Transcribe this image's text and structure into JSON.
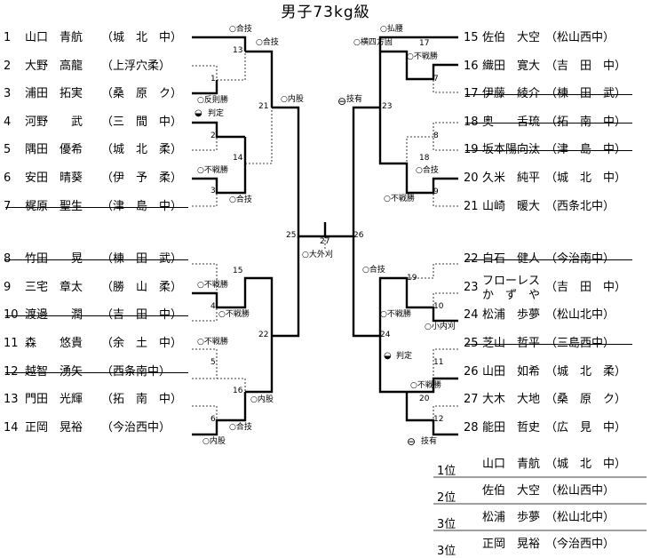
{
  "title": "男子73kg級",
  "left_entries": [
    {
      "num": "1",
      "name": "山口　青航",
      "team": "（城　北　中）",
      "struck": false
    },
    {
      "num": "2",
      "name": "大野　高龍",
      "team": "（上浮穴柔）",
      "struck": false
    },
    {
      "num": "3",
      "name": "浦田　拓実",
      "team": "（桑　原　ク）",
      "struck": false
    },
    {
      "num": "4",
      "name": "河野　　武",
      "team": "（三　間　中）",
      "struck": false
    },
    {
      "num": "5",
      "name": "隅田　優希",
      "team": "（城　北　柔）",
      "struck": false
    },
    {
      "num": "6",
      "name": "安田　晴葵",
      "team": "（伊　予　柔）",
      "struck": false
    },
    {
      "num": "7",
      "name": "梶原　聖生",
      "team": "（津　島　中）",
      "struck": true
    },
    {
      "num": "8",
      "name": "竹田　　晃",
      "team": "（棟　田　武）",
      "struck": true
    },
    {
      "num": "9",
      "name": "三宅　章太",
      "team": "（勝　山　柔）",
      "struck": false
    },
    {
      "num": "10",
      "name": "渡邊　　潤",
      "team": "（吉　田　中）",
      "struck": true
    },
    {
      "num": "11",
      "name": "森　　悠貴",
      "team": "（余　土　中）",
      "struck": false
    },
    {
      "num": "12",
      "name": "越智　湧矢",
      "team": "（西条南中）",
      "struck": true
    },
    {
      "num": "13",
      "name": "門田　光輝",
      "team": "（拓　南　中）",
      "struck": false
    },
    {
      "num": "14",
      "name": "正岡　晃裕",
      "team": "（今治西中）",
      "struck": false
    }
  ],
  "right_entries": [
    {
      "num": "15",
      "name": "佐伯　大空",
      "team": "（松山西中）",
      "struck": false
    },
    {
      "num": "16",
      "name": "織田　寛大",
      "team": "（吉　田　中）",
      "struck": false
    },
    {
      "num": "17",
      "name": "伊藤　綾介",
      "team": "（棟　田　武）",
      "struck": true
    },
    {
      "num": "18",
      "name": "奥　　舌琉",
      "team": "（拓　南　中）",
      "struck": true
    },
    {
      "num": "19",
      "name": "坂本陽向汰",
      "team": "（津　島　中）",
      "struck": true
    },
    {
      "num": "20",
      "name": "久米　純平",
      "team": "（城　北　中）",
      "struck": false
    },
    {
      "num": "21",
      "name": "山崎　暖大",
      "team": "（西条北中）",
      "struck": false
    },
    {
      "num": "22",
      "name": "白石　健人",
      "team": "（今治南中）",
      "struck": true
    },
    {
      "num": "23",
      "name": "フローレス\nか　ず　や",
      "team": "（吉　田　中）",
      "struck": false
    },
    {
      "num": "24",
      "name": "松浦　歩夢",
      "team": "（松山北中）",
      "struck": false
    },
    {
      "num": "25",
      "name": "芝山　哲平",
      "team": "（三島西中）",
      "struck": true
    },
    {
      "num": "26",
      "name": "山田　如希",
      "team": "（城　北　柔）",
      "struck": false
    },
    {
      "num": "27",
      "name": "大木　大地",
      "team": "（桑　原　ク）",
      "struck": false
    },
    {
      "num": "28",
      "name": "能田　哲史",
      "team": "（広　見　中）",
      "struck": false
    }
  ],
  "match_numbers": [
    "1",
    "2",
    "3",
    "4",
    "5",
    "6",
    "7",
    "8",
    "9",
    "10",
    "11",
    "12",
    "13",
    "14",
    "15",
    "16",
    "17",
    "18",
    "19",
    "20",
    "21",
    "22",
    "23",
    "24",
    "25",
    "26",
    "27"
  ],
  "results": {
    "ippon": "○合技",
    "ippon_b": "○合技",
    "sokuhai": "○反則勝",
    "hantei": "判定",
    "fusen": "○不戦勝",
    "goawase": "○合技",
    "uchimata": "○内股",
    "oosotogari": "○大外刈",
    "waza_ari": "技有",
    "haraigoshi": "○払腰",
    "yokoshiho": "○横四方固",
    "kouchigari": "○小内刈"
  },
  "rankings": [
    {
      "place": "1位",
      "name": "山口　青航",
      "team": "（城　北　中）"
    },
    {
      "place": "2位",
      "name": "佐伯　大空",
      "team": "（松山西中）"
    },
    {
      "place": "3位",
      "name": "松浦　歩夢",
      "team": "（松山北中）"
    },
    {
      "place": "3位",
      "name": "正岡　晃裕",
      "team": "（今治西中）"
    }
  ]
}
